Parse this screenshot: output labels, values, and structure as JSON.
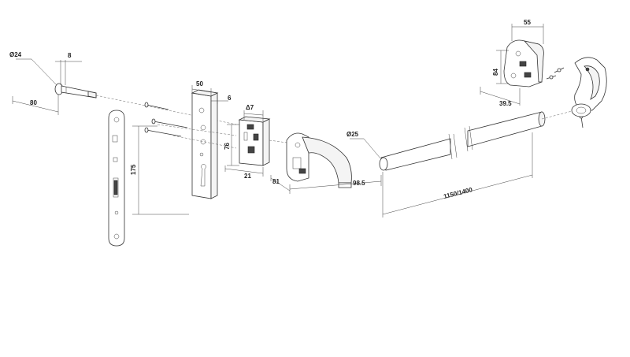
{
  "dimensions": {
    "d24": "Ø24",
    "d8": "8",
    "d80": "80",
    "d50": "50",
    "d6": "6",
    "d7": "Δ7",
    "d76": "76",
    "d175": "175",
    "d21": "21",
    "d81": "81",
    "d98_5": "98.5",
    "d25": "Ø25",
    "d1150": "1150/1400",
    "d55": "55",
    "d84": "84",
    "d39_5": "39.5"
  },
  "colors": {
    "line": "#333333",
    "background": "#ffffff",
    "part_fill": "#f4f4f4"
  }
}
